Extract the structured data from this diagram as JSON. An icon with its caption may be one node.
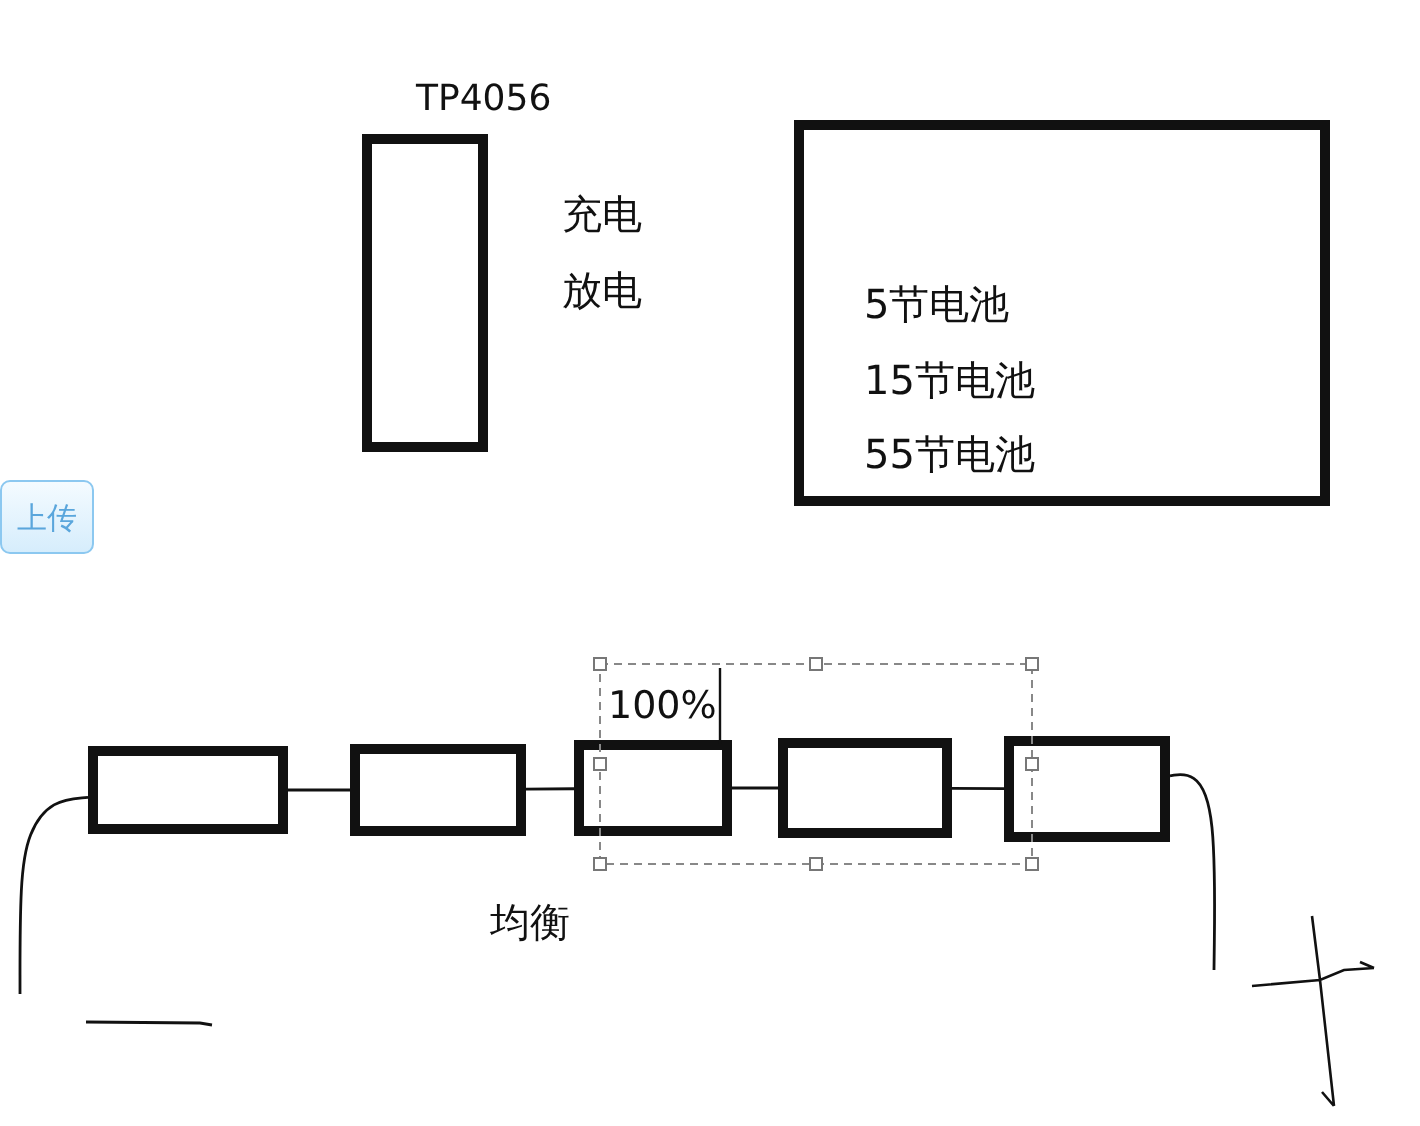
{
  "diagram": {
    "nodes": [
      {
        "text": [
          "TP4056"
        ],
        "beside": [
          "充电",
          "放电"
        ]
      },
      {
        "text": [
          "5节电池",
          "15节电池",
          "55节电池"
        ]
      },
      {
        "text": [],
        "shape": "box"
      },
      {
        "text": [],
        "shape": "box"
      },
      {
        "text": [],
        "shape": "box"
      },
      {
        "text": [],
        "shape": "box"
      },
      {
        "text": [],
        "shape": "box"
      }
    ],
    "edges": [
      {
        "from": 2,
        "to": 3,
        "arrow": "none"
      },
      {
        "from": 3,
        "to": 4,
        "arrow": "none"
      },
      {
        "from": 4,
        "to": 5,
        "arrow": "none"
      },
      {
        "from": 5,
        "to": 6,
        "arrow": "none"
      },
      {
        "from": 2,
        "to": null,
        "arrow": "none"
      },
      {
        "from": 6,
        "to": null,
        "arrow": "none"
      }
    ],
    "labels": [
      "上传",
      "100%",
      "均衡"
    ]
  }
}
